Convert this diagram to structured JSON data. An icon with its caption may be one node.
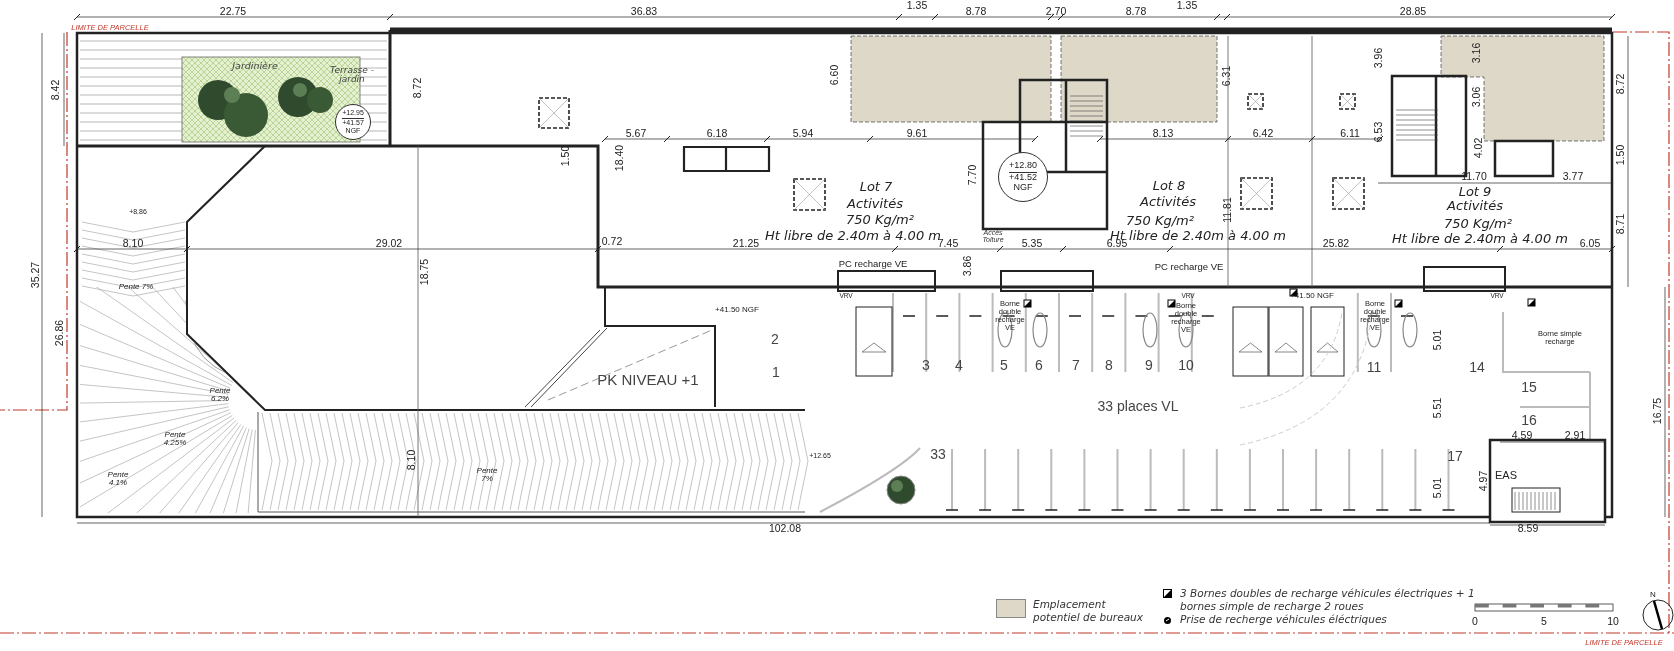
{
  "diagram": {
    "nodes": [
      {
        "text": [
          "+12.95",
          "+41.57",
          "NGF"
        ]
      },
      {
        "text": [
          "+12.80",
          "+41.52",
          "NGF"
        ]
      }
    ],
    "labels": [
      "LIMITE DE PARCELLE",
      "22.75",
      "36.83",
      "1.35",
      "8.78",
      "2.70",
      "8.78",
      "1.35",
      "28.85",
      "8.42",
      "Jardinière",
      "Terrasse - jardin",
      "8.72",
      "6.60",
      "6.31",
      "3.96",
      "3.16",
      "3.06",
      "8.72",
      "5.67",
      "6.18",
      "5.94",
      "9.61",
      "8.13",
      "6.42",
      "6.11",
      "6.53",
      "1.50",
      "18.40",
      "4.02",
      "1.50",
      "7.70",
      "11.70",
      "3.77",
      "Lot 7",
      "Activités",
      "750 Kg/m²",
      "Ht libre de 2.40m à 4.00 m",
      "Lot 8",
      "Activités",
      "750 Kg/m²",
      "Ht libre de 2.40m à 4.00 m",
      "Lot 9",
      "Activités",
      "750 Kg/m²",
      "Ht libre de 2.40m à 4.00 m",
      "11.81",
      "8.71",
      "+8.86",
      "Accès Toiture",
      "8.10",
      "29.02",
      "0.72",
      "21.25",
      "7.45",
      "5.35",
      "6.95",
      "25.82",
      "6.05",
      "35.27",
      "18.75",
      "PC recharge VE",
      "3.86",
      "PC recharge VE",
      "VRV",
      "VRV",
      "VRV",
      "Pente 7%",
      "+41.50 NGF",
      "+41.50 NGF",
      "Borne double recharge VE",
      "Borne double recharge VE",
      "Borne double recharge VE",
      "Borne simple recharge",
      "26.86",
      "2",
      "1",
      "3",
      "4",
      "5",
      "6",
      "7",
      "8",
      "9",
      "10",
      "11",
      "14",
      "5.01",
      "Pente 6.2%",
      "PK NIVEAU +1",
      "15",
      "33 places VL",
      "5.51",
      "16",
      "16.75",
      "4.59",
      "2.91",
      "Pente 4.25%",
      "Pente 4.1%",
      "8.10",
      "Pente 7%",
      "+12.65",
      "33",
      "5.01",
      "17",
      "4.97",
      "EAS",
      "102.08",
      "8.59",
      "0",
      "5",
      "10",
      "N",
      "LIMITE DE PARCELLE"
    ],
    "legend": [
      {
        "text": "Emplacement potentiel de bureaux",
        "color": "#ddd8c8"
      },
      {
        "text": "3 Bornes doubles de recharge véhicules électriques + 1 bornes simple de recharge 2 roues"
      },
      {
        "text": "Prise de recherge véhicules éléctriques"
      }
    ]
  }
}
